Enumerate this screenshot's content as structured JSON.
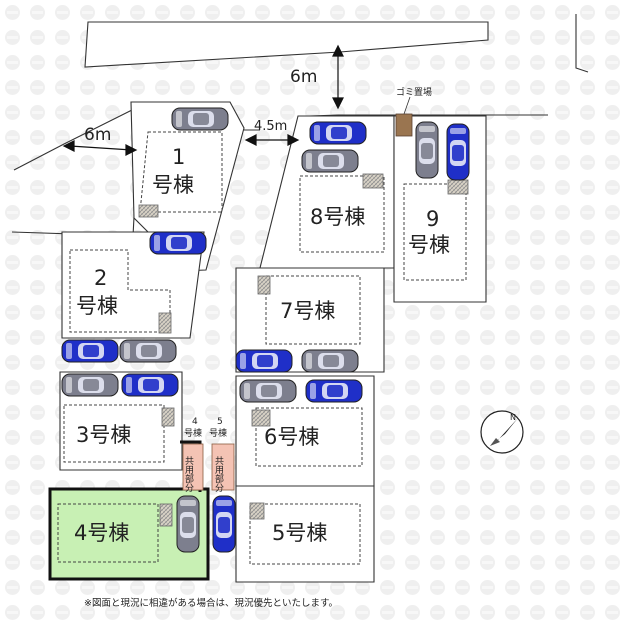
{
  "site_plan": {
    "road_widths": {
      "north_upper": "6m",
      "north_left": "6m",
      "internal": "4.5m"
    },
    "garbage_area_label": "ゴミ置場",
    "shared_areas": [
      {
        "top": "4",
        "side": "号棟",
        "bottom": "共用部分"
      },
      {
        "top": "5",
        "side": "号棟",
        "bottom": "共用部分"
      }
    ],
    "lots": [
      {
        "id": "1",
        "num": "1",
        "suffix": "号棟",
        "label": "1号棟",
        "highlighted": false
      },
      {
        "id": "2",
        "num": "2",
        "suffix": "号棟",
        "label": "2号棟",
        "highlighted": false
      },
      {
        "id": "3",
        "num": "3",
        "suffix": "号棟",
        "label": "3号棟",
        "highlighted": false
      },
      {
        "id": "4",
        "num": "4",
        "suffix": "号棟",
        "label": "4号棟",
        "highlighted": true
      },
      {
        "id": "5",
        "num": "5",
        "suffix": "号棟",
        "label": "5号棟",
        "highlighted": false
      },
      {
        "id": "6",
        "num": "6",
        "suffix": "号棟",
        "label": "6号棟",
        "highlighted": false
      },
      {
        "id": "7",
        "num": "7",
        "suffix": "号棟",
        "label": "7号棟",
        "highlighted": false
      },
      {
        "id": "8",
        "num": "8",
        "suffix": "号棟",
        "label": "8号棟",
        "highlighted": false
      },
      {
        "id": "9",
        "num": "9",
        "suffix": "号棟",
        "label": "9号棟",
        "highlighted": false
      }
    ],
    "compass_label": "N",
    "note": "※図面と現況に相違がある場合は、現況優先といたします。"
  },
  "colors": {
    "highlight_fill": "#c8f0b4",
    "highlight_stroke": "#111111",
    "shared_fill": "#f4c3b4",
    "garbage_fill": "#9a7550",
    "car_blue": "#1f2fc8",
    "car_gray": "#7d7f8e",
    "watermark": "#ececec"
  }
}
